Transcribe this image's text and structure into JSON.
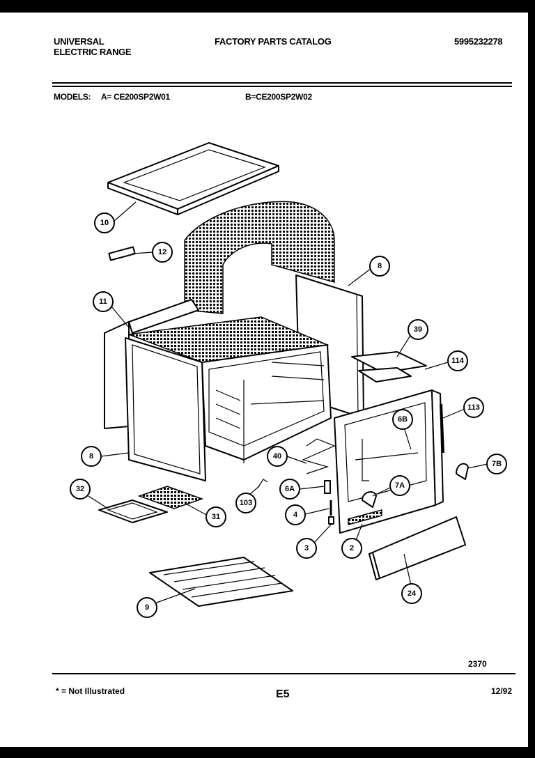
{
  "header": {
    "brand_line1": "UNIVERSAL",
    "brand_line2": "ELECTRIC RANGE",
    "catalog_title": "FACTORY PARTS CATALOG",
    "catalog_number": "5995232278"
  },
  "models": {
    "label": "MODELS:",
    "model_a": "A= CE200SP2W01",
    "model_b": "B=CE200SP2W02"
  },
  "callouts": [
    "10",
    "12",
    "8",
    "11",
    "39",
    "114",
    "113",
    "6B",
    "7B",
    "8",
    "40",
    "6A",
    "7A",
    "103",
    "32",
    "31",
    "4",
    "3",
    "2",
    "24",
    "9"
  ],
  "diagram_number": "2370",
  "footer": {
    "note": "* = Not Illustrated",
    "page": "E5",
    "date": "12/92"
  }
}
